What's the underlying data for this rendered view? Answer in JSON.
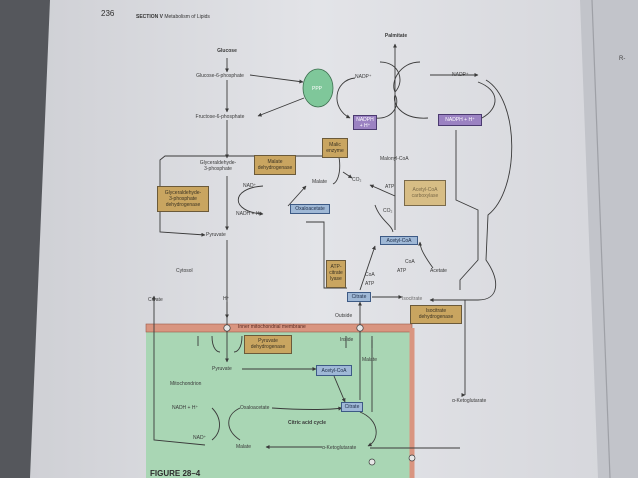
{
  "page": {
    "number": "236",
    "section": "SECTION V",
    "section_title": "Metabolism of Lipids",
    "margin_note": "R-"
  },
  "metabolites": {
    "glucose": "Glucose",
    "g6p": "Glucose-6-phosphate",
    "f6p": "Fructose-6-phosphate",
    "g3p": "Glyceraldehyde-\n3-phosphate",
    "nad_plus": "NAD⁺",
    "malate_cyto": "Malate",
    "nadh_h": "NADH + H⁺",
    "pyruvate_cyto": "Pyruvate",
    "cytosol": "Cytosol",
    "citrate_left": "Citrate",
    "h_plus": "H⁺",
    "palmitate": "Palmitate",
    "nadp_top": "NADP⁺",
    "nadp_right": "NADP⁺",
    "malonyl_coa": "Malonyl-CoA",
    "co2_a": "CO₂",
    "atp_a": "ATP",
    "co2_b": "CO₂",
    "coa_a": "CoA",
    "atp_b": "ATP",
    "coa_b": "CoA",
    "atp_c": "ATP",
    "acetate": "Acetate",
    "isocitrate": "Isocitrate",
    "outside": "Outside",
    "inside": "Inside",
    "malate_mem": "Malate",
    "membrane": "Inner mitochondrial membrane",
    "pyruvate_mito": "Pyruvate",
    "mitochondrion": "Mitochondrion",
    "nadh_mito": "NADH + H⁺",
    "nad_mito": "NAD⁺",
    "oxaloacetate_mito": "Oxaloacetate",
    "cac": "Citric acid cycle",
    "malate_mito": "Malate",
    "akg_mito": "α-Ketoglutarate",
    "akg_right": "α-Ketoglutarate"
  },
  "boxes": {
    "ppp": "PPP",
    "malic_enzyme": "Malic\nenzyme",
    "nadph_left": "NADPH\n+ H⁺",
    "nadph_right": "NADPH + H⁺",
    "malate_dh": "Malate\ndehydrogenase",
    "g3p_dh": "Glyceraldehyde-\n3-phosphate\ndehydrogenase",
    "oxaloacetate_cyto": "Oxaloacetate",
    "acc": "Acetyl-CoA\ncarboxylase",
    "acetyl_coa_cyto": "Acetyl-CoA",
    "atp_citrate_lyase": "ATP-\ncitrate\nlyase",
    "citrate_cyto": "Citrate",
    "icdh": "Isocitrate\ndehydrogenase",
    "pdh": "Pyruvate\ndehydrogenase",
    "acetyl_coa_mito": "Acetyl-CoA",
    "citrate_mito": "Citrate"
  },
  "caption": "FIGURE 28–4"
}
